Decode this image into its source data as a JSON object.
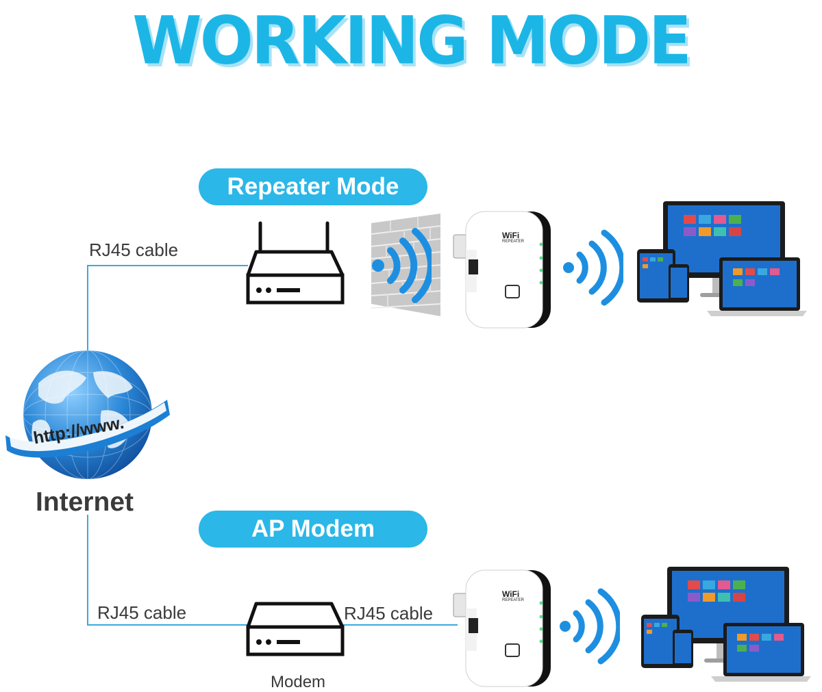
{
  "title": "WORKING MODE",
  "modes": {
    "repeater": "Repeater Mode",
    "ap": "AP Modem"
  },
  "labels": {
    "rj45_top": "RJ45 cable",
    "rj45_bottom_left": "RJ45 cable",
    "rj45_bottom_right": "RJ45 cable",
    "internet": "Internet",
    "globe_banner": "http://www.",
    "modem": "Modem",
    "repeater_brand": "WiFi",
    "repeater_sub": "REPEATER"
  },
  "colors": {
    "accent": "#2bb7e8",
    "title": "#1cb6e6",
    "line": "#3aa9dc",
    "wave": "#1e8fe0",
    "text": "#3a3a3a"
  },
  "icons": [
    "globe-icon",
    "router-icon",
    "brick-wall-icon",
    "wifi-repeater-icon",
    "wifi-signal-icon",
    "devices-icon",
    "modem-icon"
  ]
}
